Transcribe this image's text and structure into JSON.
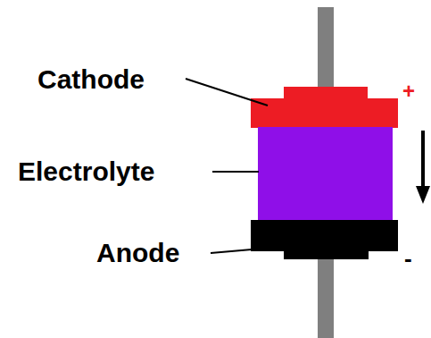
{
  "diagram": {
    "labels": [
      "Cathode",
      "Electrolyte",
      "Anode",
      "+",
      "-"
    ]
  }
}
